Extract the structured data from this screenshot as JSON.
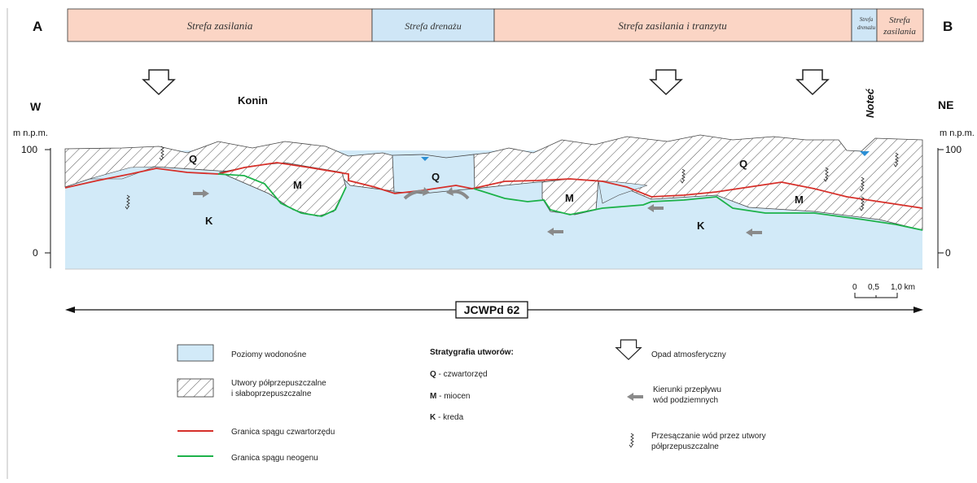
{
  "corners": {
    "left_letter": "A",
    "right_letter": "B"
  },
  "zones": [
    {
      "label": "Strefa zasilania",
      "kind": "recharge"
    },
    {
      "label": "Strefa drenażu",
      "kind": "drainage"
    },
    {
      "label": "Strefa zasilania i tranzytu",
      "kind": "recharge"
    },
    {
      "label": "Strefa drenażu",
      "kind": "drainage"
    },
    {
      "label": "Strefa zasilania",
      "kind": "recharge"
    }
  ],
  "directions": {
    "west": "W",
    "east": "NE"
  },
  "places": {
    "town": "Konin",
    "river": "Noteć"
  },
  "axis": {
    "unit": "m n.p.m.",
    "ticks": [
      "100",
      "0"
    ]
  },
  "layer_labels": {
    "q": "Q",
    "m": "M",
    "k": "K"
  },
  "scale_bar": {
    "ticks": [
      "0",
      "0,5",
      "1,0 km"
    ]
  },
  "extent_label": "JCWPd 62",
  "legend": {
    "aquifer": "Poziomy wodonośne",
    "semi_permeable": [
      "Utwory półprzepuszczalne",
      "i słaboprzepuszczalne"
    ],
    "red_line": "Granica spągu czwartorzędu",
    "green_line": "Granica spągu neogenu",
    "strat_title": "Stratygrafia utworów:",
    "strat_items": [
      {
        "code": "Q",
        "text": " - czwartorzęd"
      },
      {
        "code": "M",
        "text": " -  miocen"
      },
      {
        "code": "K",
        "text": " - kreda"
      }
    ],
    "precip": "Opad atmosferyczny",
    "flow": [
      "Kierunki przepływu",
      "wód podziemnych"
    ],
    "seepage": [
      "Przesączanie wód przez utwory",
      "półprzepuszczalne"
    ]
  },
  "colors": {
    "recharge_fill": "#fbd5c5",
    "drainage_fill": "#cfe6f6",
    "aquifer_fill": "#d2eaf8",
    "quaternary_line": "#d6302a",
    "neogene_line": "#1db24a",
    "flow_arrow": "#8a8a8a"
  }
}
